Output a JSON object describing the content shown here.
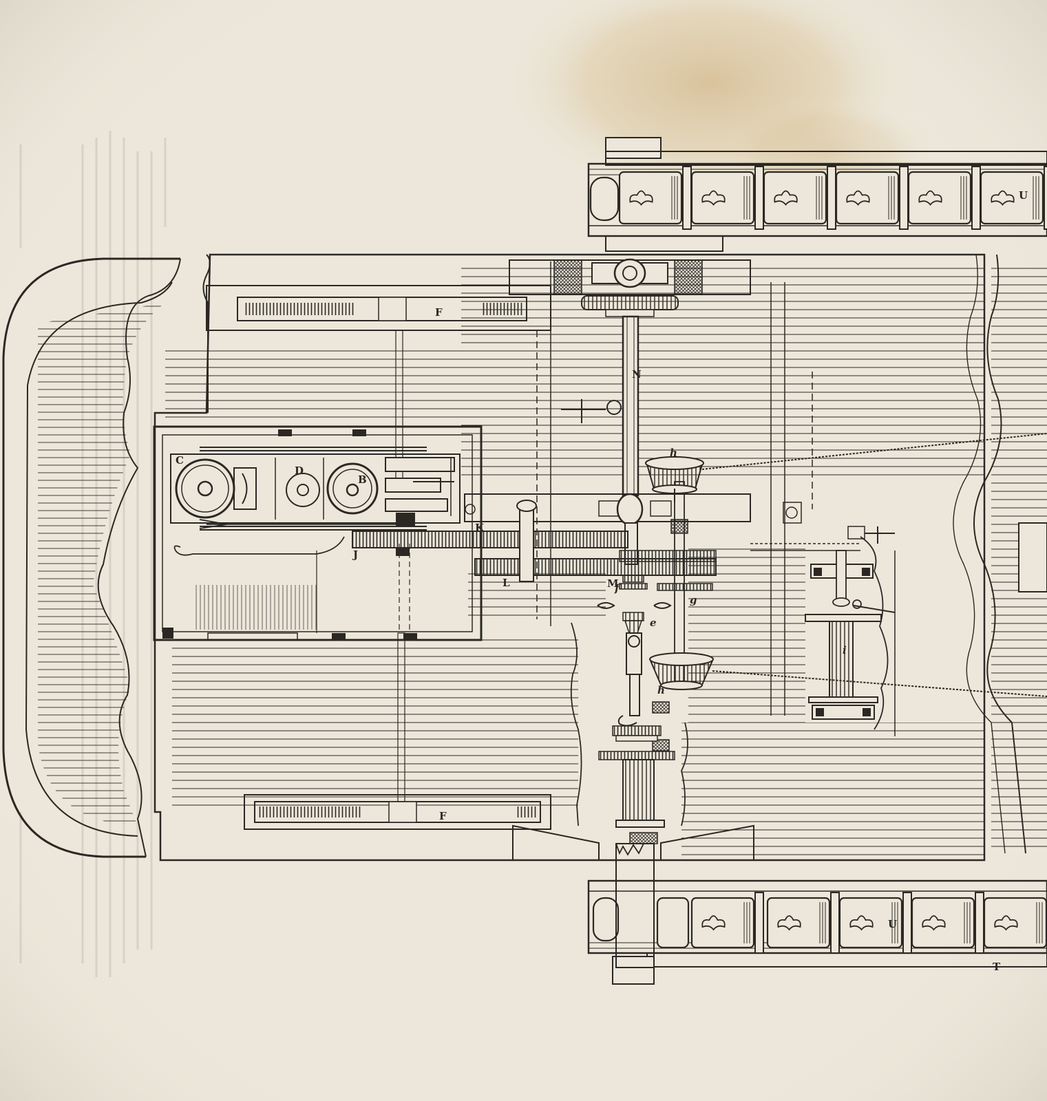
{
  "colors": {
    "paper": "#ece7da",
    "ink": "#2b2824",
    "stain": "#c9a56a"
  },
  "labels": {
    "F_top": "F",
    "F_bottom": "F",
    "N": "N",
    "C": "C",
    "D": "D",
    "B": "B",
    "K": "K",
    "J": "J",
    "L": "L",
    "M": "M",
    "f": "f",
    "g": "g",
    "e": "e",
    "h_top": "h",
    "h_bottom": "h",
    "i": "i",
    "U_top": "U",
    "U_bottom": "U",
    "T": "T"
  }
}
